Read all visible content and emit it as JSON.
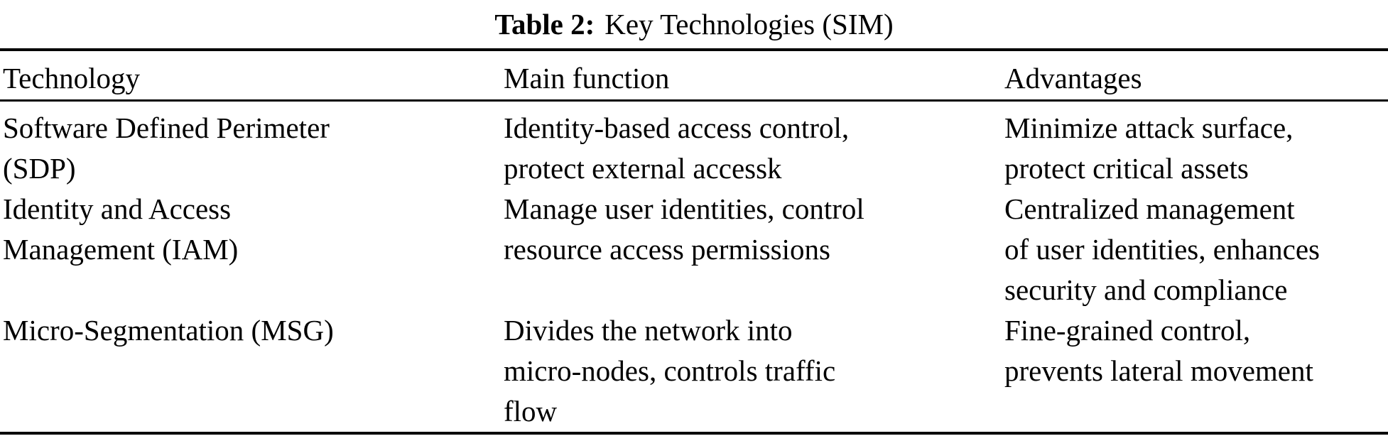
{
  "colors": {
    "text": "#000000",
    "background": "#ffffff",
    "rule": "#000000"
  },
  "caption": {
    "label": "Table 2:",
    "text": "Key Technologies (SIM)"
  },
  "table": {
    "columns": [
      "Technology",
      "Main function",
      "Advantages"
    ],
    "rows": [
      {
        "technology": [
          "Software Defined Perimeter",
          "(SDP)"
        ],
        "main_function": [
          "Identity-based access control,",
          "protect external accessk"
        ],
        "advantages": [
          "Minimize attack surface,",
          "protect critical assets"
        ]
      },
      {
        "technology": [
          "Identity and Access",
          "Management (IAM)"
        ],
        "main_function": [
          "Manage user identities, control",
          "resource access permissions"
        ],
        "advantages": [
          "Centralized management",
          "of user identities, enhances",
          "security and compliance"
        ]
      },
      {
        "technology": [
          "Micro-Segmentation (MSG)"
        ],
        "main_function": [
          "Divides the network into",
          "micro-nodes, controls traffic",
          "flow"
        ],
        "advantages": [
          "Fine-grained control,",
          "prevents lateral movement"
        ]
      }
    ]
  }
}
